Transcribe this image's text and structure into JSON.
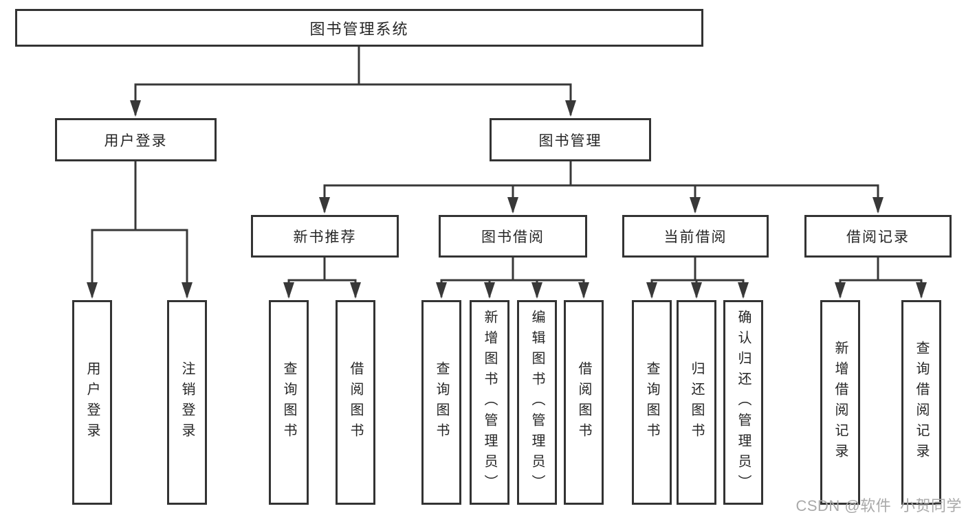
{
  "tree": {
    "root": {
      "label": "图书管理系统"
    },
    "level2": [
      {
        "id": "user-login",
        "label": "用户登录"
      },
      {
        "id": "book-management",
        "label": "图书管理"
      }
    ],
    "level3": [
      {
        "id": "new-book-recommend",
        "label": "新书推荐"
      },
      {
        "id": "book-borrowing",
        "label": "图书借阅"
      },
      {
        "id": "current-borrowing",
        "label": "当前借阅"
      },
      {
        "id": "borrow-records",
        "label": "借阅记录"
      }
    ],
    "leaves": [
      {
        "id": "leaf-user-login",
        "label": "用户登录"
      },
      {
        "id": "leaf-logout",
        "label": "注销登录"
      },
      {
        "id": "leaf-query-books-recommend",
        "label": "查询图书"
      },
      {
        "id": "leaf-borrow-books-recommend",
        "label": "借阅图书"
      },
      {
        "id": "leaf-query-books-borrowing",
        "label": "查询图书"
      },
      {
        "id": "leaf-add-books-admin",
        "label": "新增图书（管理员）"
      },
      {
        "id": "leaf-edit-books-admin",
        "label": "编辑图书（管理员）"
      },
      {
        "id": "leaf-borrow-books-borrowing",
        "label": "借阅图书"
      },
      {
        "id": "leaf-query-books-current",
        "label": "查询图书"
      },
      {
        "id": "leaf-return-books",
        "label": "归还图书"
      },
      {
        "id": "leaf-confirm-return-admin",
        "label": "确认归还（管理员）"
      },
      {
        "id": "leaf-add-borrow-record",
        "label": "新增借阅记录"
      },
      {
        "id": "leaf-query-borrow-record",
        "label": "查询借阅记录"
      }
    ]
  },
  "watermark": "CSDN @软件_小贺同学",
  "colors": {
    "line": "#383838",
    "box_border": "#333333",
    "box_background": "#ffffff",
    "text": "#262626",
    "watermark": "#a9a9a9",
    "page_background": "#ffffff"
  }
}
